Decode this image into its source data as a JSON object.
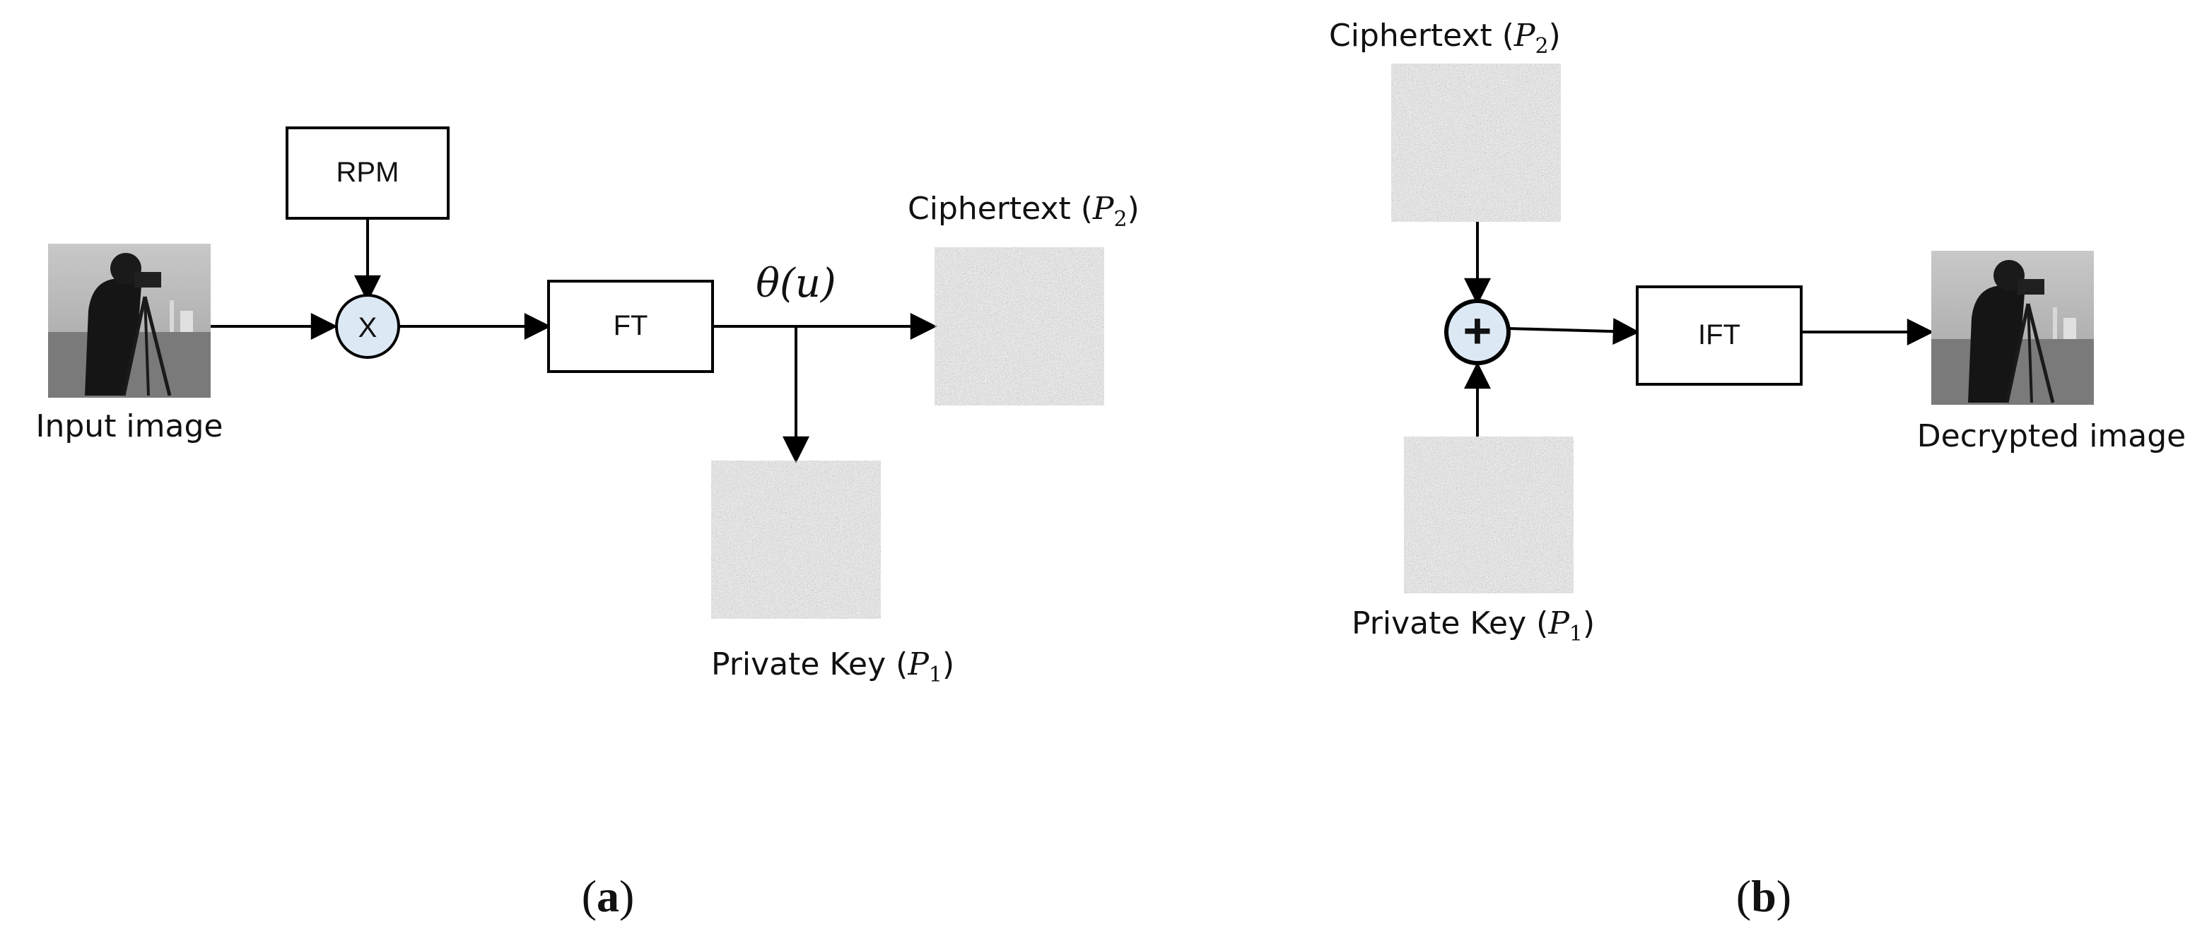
{
  "panel_a": {
    "rpm_label": "RPM",
    "multiply_symbol": "X",
    "ft_label": "FT",
    "theta_label": "θ(u)",
    "input_label": "Input image",
    "ciphertext_label": "Ciphertext (",
    "ciphertext_var": "P",
    "ciphertext_sub": "2",
    "ciphertext_close": ")",
    "private_key_label": "Private Key (",
    "private_key_var": "P",
    "private_key_sub": "1",
    "private_key_close": ")",
    "panel_open": "(",
    "panel_letter": "a",
    "panel_close": ")"
  },
  "panel_b": {
    "add_symbol": "+",
    "ift_label": "IFT",
    "decrypted_label": "Decrypted image",
    "ciphertext_label": "Ciphertext (",
    "ciphertext_var": "P",
    "ciphertext_sub": "2",
    "ciphertext_close": ")",
    "private_key_label": "Private Key (",
    "private_key_var": "P",
    "private_key_sub": "1",
    "private_key_close": ")",
    "panel_open": "(",
    "panel_letter": "b",
    "panel_close": ")"
  },
  "colors": {
    "line": "#000000",
    "node_fill": "#dde8f5",
    "noise_dark": "#333333",
    "noise_light": "#dcdcdc"
  }
}
